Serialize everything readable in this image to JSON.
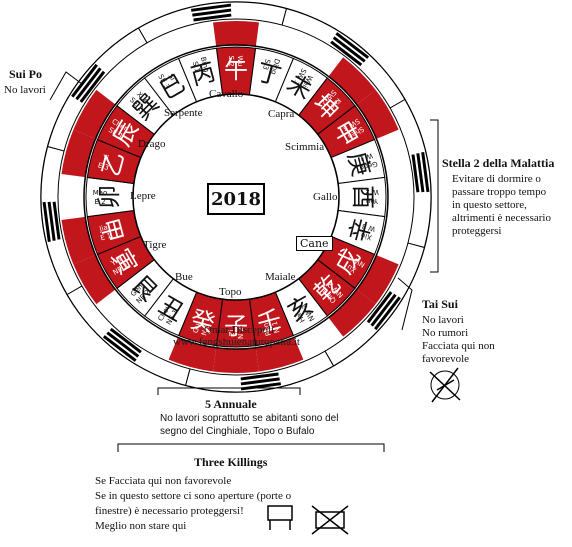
{
  "year": "2018",
  "sectors": [
    {
      "dir": "S2",
      "hz": "午",
      "pinyin": "Wu",
      "code": "S 2",
      "red": true
    },
    {
      "dir": "S3",
      "hz": "丁",
      "pinyin": "Ding",
      "code": "S 3",
      "red": false
    },
    {
      "dir": "SW1",
      "hz": "未",
      "pinyin": "Wei",
      "code": "SW 1",
      "red": false
    },
    {
      "dir": "SW2",
      "hz": "坤",
      "pinyin": "Kun",
      "code": "SW 2",
      "red": true
    },
    {
      "dir": "SW3",
      "hz": "申",
      "pinyin": "Shen",
      "code": "SW 3",
      "red": true
    },
    {
      "dir": "W1",
      "hz": "庚",
      "pinyin": "Geng",
      "code": "W 1",
      "red": false
    },
    {
      "dir": "W2",
      "hz": "酉",
      "pinyin": "You",
      "code": "W 2",
      "red": false
    },
    {
      "dir": "W3",
      "hz": "辛",
      "pinyin": "Xin",
      "code": "W 3",
      "red": false
    },
    {
      "dir": "NW1",
      "hz": "戌",
      "pinyin": "Xu",
      "code": "NW 1",
      "red": true
    },
    {
      "dir": "NW2",
      "hz": "乾",
      "pinyin": "Qian",
      "code": "NW 2",
      "red": true
    },
    {
      "dir": "NW3",
      "hz": "亥",
      "pinyin": "Hai",
      "code": "NW 3",
      "red": false
    },
    {
      "dir": "N1",
      "hz": "壬",
      "pinyin": "Ren",
      "code": "N 1",
      "red": true
    },
    {
      "dir": "N2",
      "hz": "子",
      "pinyin": "Zi",
      "code": "N 2",
      "red": true
    },
    {
      "dir": "N3",
      "hz": "癸",
      "pinyin": "Gui",
      "code": "N 3",
      "red": true
    },
    {
      "dir": "NE1",
      "hz": "丑",
      "pinyin": "Chou",
      "code": "NE 1",
      "red": false
    },
    {
      "dir": "NE2",
      "hz": "艮",
      "pinyin": "Gen",
      "code": "NE 2",
      "red": false
    },
    {
      "dir": "NE3",
      "hz": "寅",
      "pinyin": "Yin",
      "code": "NE 3",
      "red": true
    },
    {
      "dir": "E1",
      "hz": "甲",
      "pinyin": "Jia",
      "code": "E 1",
      "red": true
    },
    {
      "dir": "E2",
      "hz": "卯",
      "pinyin": "Mao",
      "code": "E 2",
      "red": false
    },
    {
      "dir": "E3",
      "hz": "乙",
      "pinyin": "Yi",
      "code": "E 3",
      "red": true
    },
    {
      "dir": "SE1",
      "hz": "辰",
      "pinyin": "Chen",
      "code": "SE 1",
      "red": true
    },
    {
      "dir": "SE2",
      "hz": "巽",
      "pinyin": "Xun",
      "code": "SE 2",
      "red": false
    },
    {
      "dir": "SE3",
      "hz": "巳",
      "pinyin": "Si",
      "code": "SE 3",
      "red": false
    },
    {
      "dir": "S1",
      "hz": "丙",
      "pinyin": "Bing",
      "code": "S 1",
      "red": false
    }
  ],
  "animals": {
    "cavallo": "Cavallo",
    "capra": "Capra",
    "scimmia": "Scimmia",
    "gallo": "Gallo",
    "cane": "Cane",
    "maiale": "Maiale",
    "topo": "Topo",
    "bue": "Bue",
    "tigre": "Tigre",
    "lepre": "Lepre",
    "drago": "Drago",
    "serpente": "Serpente"
  },
  "watermark": {
    "line1": "Omar Discepoli",
    "line2": "www.fengshuienaturopatia.it"
  },
  "sui_po": {
    "title": "Sui Po",
    "text": "No lavori"
  },
  "stella2": {
    "title": "Stella 2 della Malattia",
    "lines": [
      "Evitare di dormire o",
      "passare troppo tempo",
      "in questo settore,",
      "altrimenti è necessario",
      "proteggersi"
    ]
  },
  "tai_sui": {
    "title": "Tai Sui",
    "lines": [
      "No lavori",
      "No rumori",
      "Facciata qui non",
      "favorevole"
    ]
  },
  "annuale5": {
    "title": "5 Annuale",
    "lines": [
      "No lavori soprattutto se abitanti sono del",
      "segno del Cinghiale, Topo o Bufalo"
    ]
  },
  "three_killings": {
    "title": "Three Killings",
    "lines": [
      "Se Facciata qui non favorevole",
      "Se in questo settore ci sono aperture (porte o",
      "finestre) è necessario proteggersi!",
      "Meglio non stare qui"
    ]
  }
}
